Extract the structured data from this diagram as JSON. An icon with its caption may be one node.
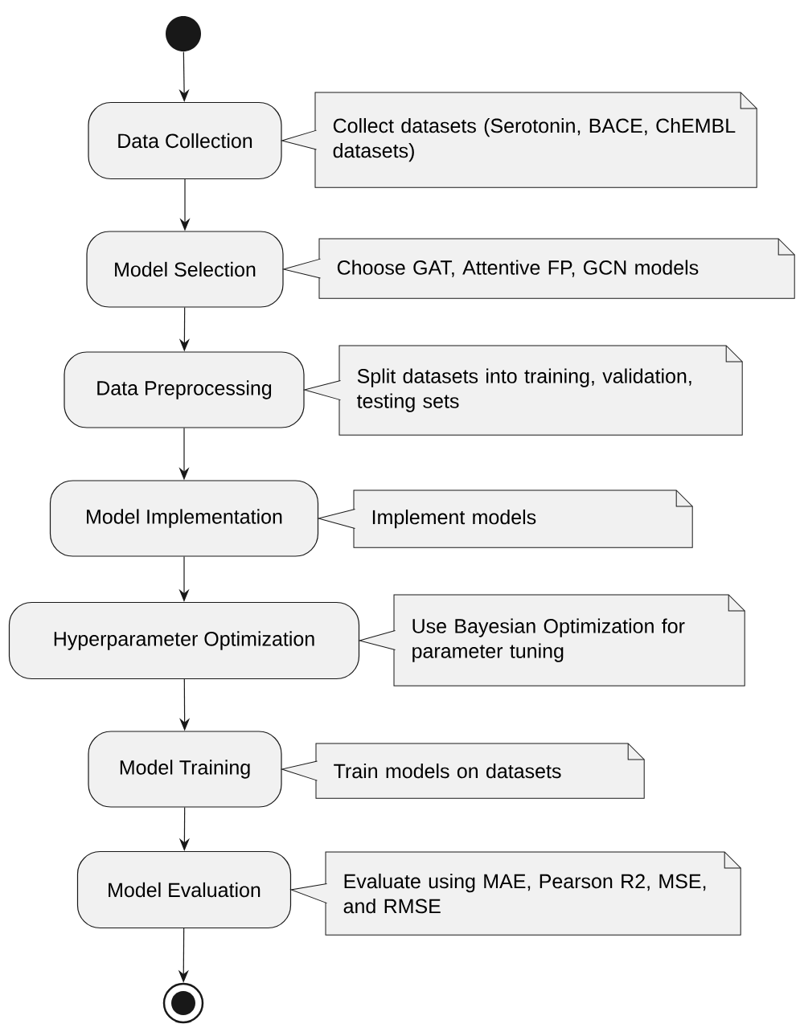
{
  "diagram": {
    "nodes": [
      {
        "text": [],
        "shape": "circle"
      },
      {
        "text": [
          "Data Collection"
        ]
      },
      {
        "text": [
          "Collect datasets (Serotonin, BACE, ChEMBL datasets)"
        ]
      },
      {
        "text": [
          "Model Selection"
        ]
      },
      {
        "text": [
          "Choose GAT, Attentive FP, GCN models"
        ]
      },
      {
        "text": [
          "Data Preprocessing"
        ]
      },
      {
        "text": [
          "Split datasets into training, validation, testing sets"
        ]
      },
      {
        "text": [
          "Model Implementation"
        ]
      },
      {
        "text": [
          "Implement models"
        ]
      },
      {
        "text": [
          "Hyperparameter Optimization"
        ]
      },
      {
        "text": [
          "Use Bayesian Optimization for parameter tuning"
        ]
      },
      {
        "text": [
          "Model Training"
        ]
      },
      {
        "text": [
          "Train models on datasets"
        ]
      },
      {
        "text": [
          "Model Evaluation"
        ]
      },
      {
        "text": [
          "Evaluate using MAE, Pearson R2, MSE, and RMSE"
        ]
      },
      {
        "text": [],
        "shape": "circle"
      }
    ],
    "edges": [
      {
        "from": 0,
        "to": 1,
        "arrow": "to"
      },
      {
        "from": 1,
        "to": 3,
        "arrow": "to"
      },
      {
        "from": 3,
        "to": 5,
        "arrow": "to"
      },
      {
        "from": 5,
        "to": 7,
        "arrow": "to"
      },
      {
        "from": 7,
        "to": 9,
        "arrow": "to"
      },
      {
        "from": 9,
        "to": 11,
        "arrow": "to"
      },
      {
        "from": 11,
        "to": 13,
        "arrow": "to"
      },
      {
        "from": 13,
        "to": 15,
        "arrow": "to"
      },
      {
        "from": 2,
        "to": 1,
        "arrow": "to"
      },
      {
        "from": 4,
        "to": 3,
        "arrow": "to"
      },
      {
        "from": 6,
        "to": 5,
        "arrow": "to"
      },
      {
        "from": 8,
        "to": 7,
        "arrow": "to"
      },
      {
        "from": 10,
        "to": 9,
        "arrow": "to"
      },
      {
        "from": 12,
        "to": 11,
        "arrow": "to"
      },
      {
        "from": 14,
        "to": 13,
        "arrow": "to"
      }
    ]
  }
}
